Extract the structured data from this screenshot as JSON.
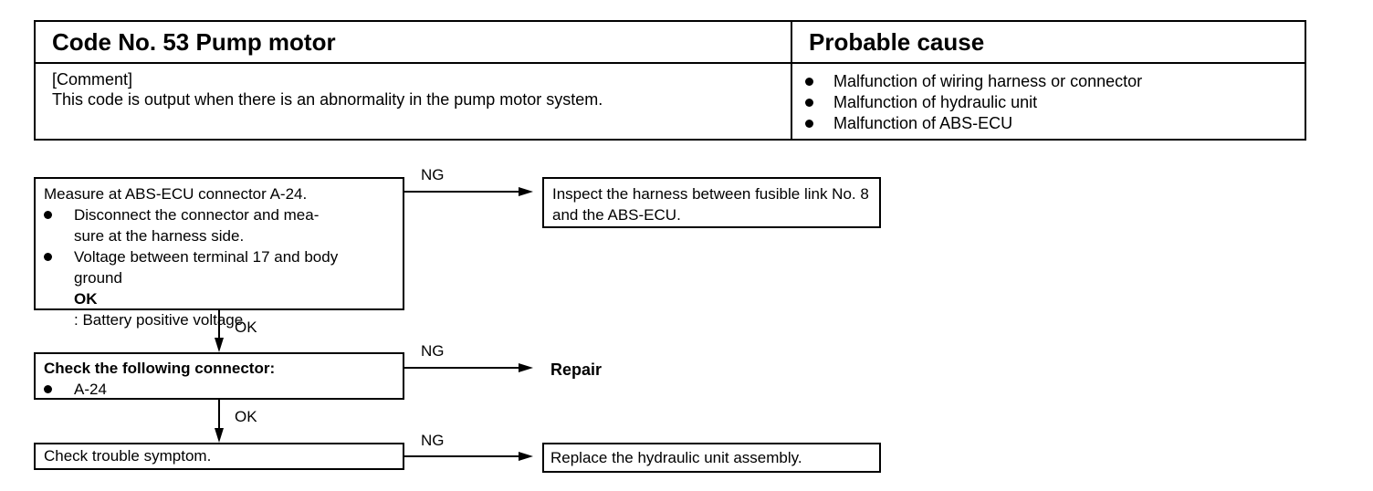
{
  "header": {
    "code_title": "Code No. 53 Pump motor",
    "cause_title": "Probable cause",
    "comment_label": "[Comment]",
    "comment_text": "This code is output when there is an abnormality in the pump motor system.",
    "causes": [
      "Malfunction of wiring harness or connector",
      "Malfunction of hydraulic unit",
      "Malfunction of ABS-ECU"
    ]
  },
  "flow": {
    "step1": {
      "title": "Measure at ABS-ECU connector A-24.",
      "bullet1_line1": "Disconnect the connector and mea-",
      "bullet1_line2": "sure at the harness side.",
      "bullet2_line1": "Voltage between terminal 17 and body",
      "bullet2_line2": "ground",
      "ok_label": "OK",
      "ok_value": ": Battery positive voltage"
    },
    "step1_ng_result": "Inspect the harness between fusible link No. 8 and the ABS-ECU.",
    "step2": {
      "title": "Check the following connector:",
      "bullet": "A-24"
    },
    "step2_ng_result": "Repair",
    "step3": {
      "title": "Check trouble symptom."
    },
    "step3_ng_result": "Replace the hydraulic unit assembly.",
    "ng_label": "NG",
    "ok_label": "OK"
  }
}
